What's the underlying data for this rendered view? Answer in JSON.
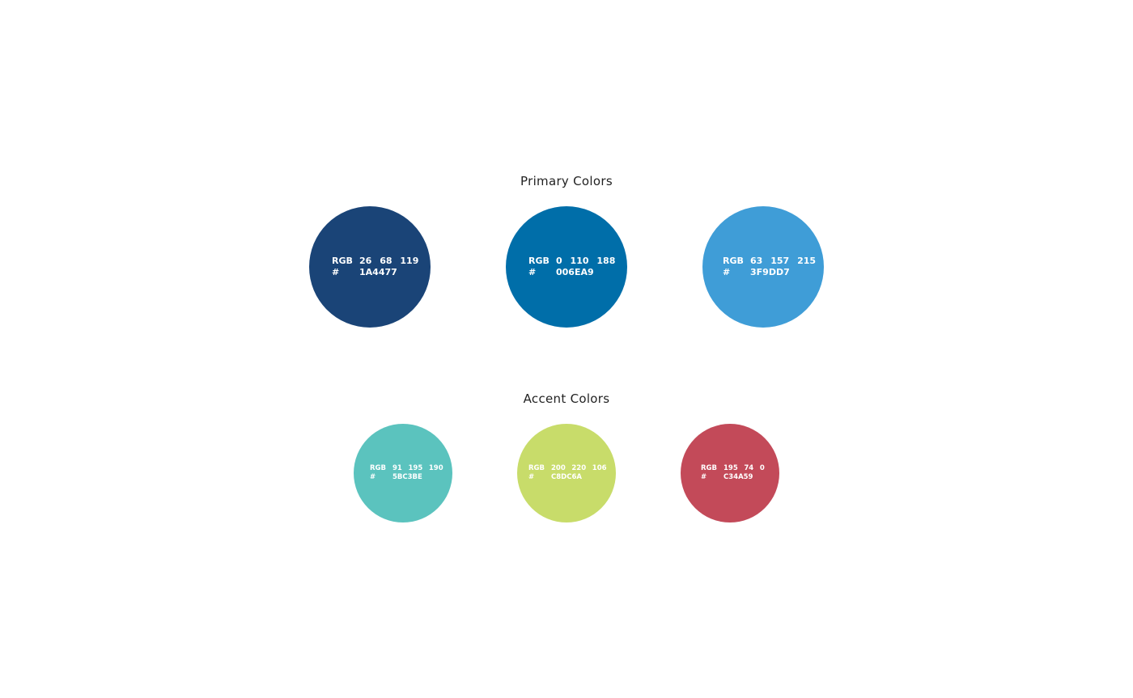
{
  "primary": {
    "title": "Primary Colors",
    "swatches": [
      {
        "name": "navy",
        "hex_color": "#1A4477",
        "rgb_label": "RGB",
        "rgb": [
          "26",
          "68",
          "119"
        ],
        "hex_label": "#",
        "hex": "1A4477"
      },
      {
        "name": "blue",
        "hex_color": "#006EA9",
        "rgb_label": "RGB",
        "rgb": [
          "0",
          "110",
          "188"
        ],
        "hex_label": "#",
        "hex": "006EA9"
      },
      {
        "name": "sky",
        "hex_color": "#3F9DD7",
        "rgb_label": "RGB",
        "rgb": [
          "63",
          "157",
          "215"
        ],
        "hex_label": "#",
        "hex": "3F9DD7"
      }
    ]
  },
  "accent": {
    "title": "Accent Colors",
    "swatches": [
      {
        "name": "teal",
        "hex_color": "#5BC3BE",
        "rgb_label": "RGB",
        "rgb": [
          "91",
          "195",
          "190"
        ],
        "hex_label": "#",
        "hex": "5BC3BE"
      },
      {
        "name": "lime",
        "hex_color": "#C8DC6A",
        "rgb_label": "RGB",
        "rgb": [
          "200",
          "220",
          "106"
        ],
        "hex_label": "#",
        "hex": "C8DC6A"
      },
      {
        "name": "red",
        "hex_color": "#C34A59",
        "rgb_label": "RGB",
        "rgb": [
          "195",
          "74",
          "0"
        ],
        "hex_label": "#",
        "hex": "C34A59"
      }
    ]
  }
}
